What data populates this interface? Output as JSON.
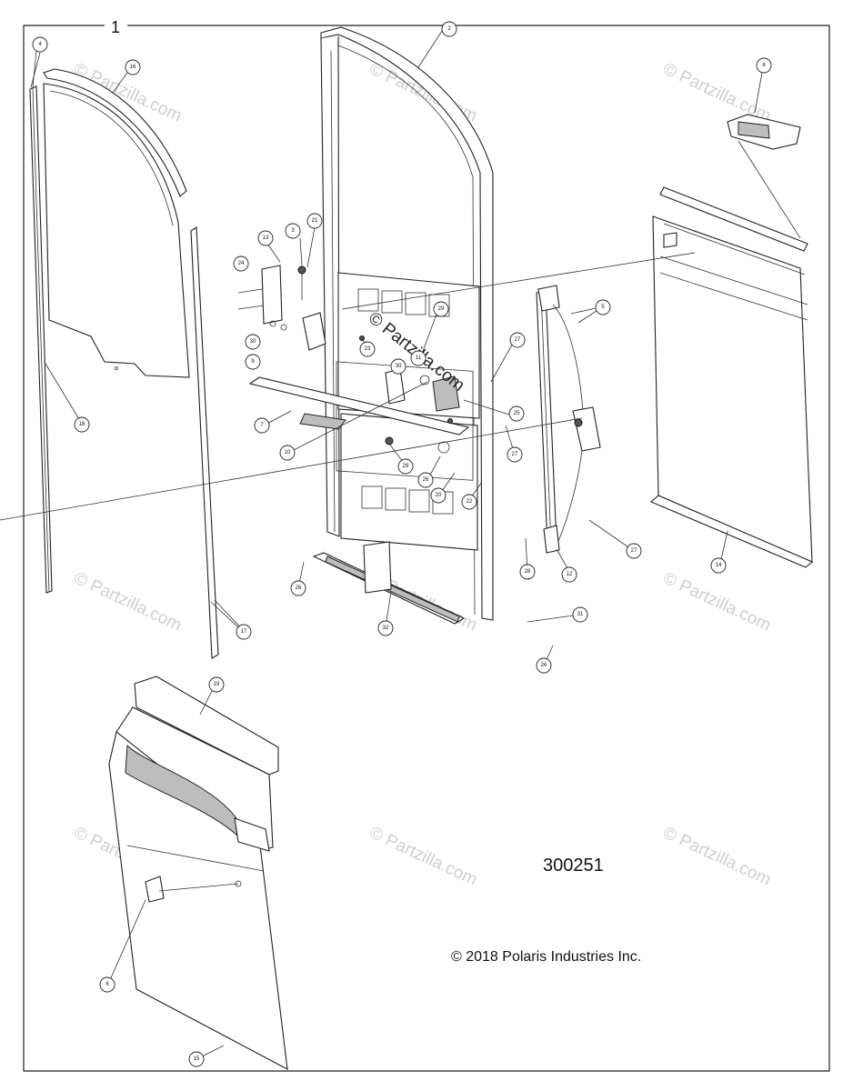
{
  "assembly_number": "1",
  "diagram_id": "300251",
  "copyright": "© 2018 Polaris Industries Inc.",
  "watermark_text": "© Partzilla.com",
  "callouts": [
    {
      "id": "c4",
      "label": "4"
    },
    {
      "id": "c16",
      "label": "16"
    },
    {
      "id": "c2",
      "label": "2"
    },
    {
      "id": "c8",
      "label": "8"
    },
    {
      "id": "c13",
      "label": "13"
    },
    {
      "id": "c3",
      "label": "3"
    },
    {
      "id": "c21",
      "label": "21"
    },
    {
      "id": "c24",
      "label": "24"
    },
    {
      "id": "c30a",
      "label": "30"
    },
    {
      "id": "c9",
      "label": "9"
    },
    {
      "id": "c23",
      "label": "23"
    },
    {
      "id": "c29a",
      "label": "29"
    },
    {
      "id": "c27a",
      "label": "27"
    },
    {
      "id": "c11",
      "label": "11"
    },
    {
      "id": "c30b",
      "label": "30"
    },
    {
      "id": "c5",
      "label": "5"
    },
    {
      "id": "c7",
      "label": "7"
    },
    {
      "id": "c10",
      "label": "10"
    },
    {
      "id": "c25",
      "label": "25"
    },
    {
      "id": "c27b",
      "label": "27"
    },
    {
      "id": "c29b",
      "label": "29"
    },
    {
      "id": "c26a",
      "label": "26"
    },
    {
      "id": "c20",
      "label": "20"
    },
    {
      "id": "c22",
      "label": "22"
    },
    {
      "id": "c18",
      "label": "18"
    },
    {
      "id": "c17",
      "label": "17"
    },
    {
      "id": "c26b",
      "label": "26"
    },
    {
      "id": "c32",
      "label": "32"
    },
    {
      "id": "c28",
      "label": "28"
    },
    {
      "id": "c12",
      "label": "12"
    },
    {
      "id": "c27c",
      "label": "27"
    },
    {
      "id": "c14",
      "label": "14"
    },
    {
      "id": "c31",
      "label": "31"
    },
    {
      "id": "c26c",
      "label": "26"
    },
    {
      "id": "c19",
      "label": "19"
    },
    {
      "id": "c6",
      "label": "6"
    },
    {
      "id": "c15",
      "label": "15"
    }
  ]
}
